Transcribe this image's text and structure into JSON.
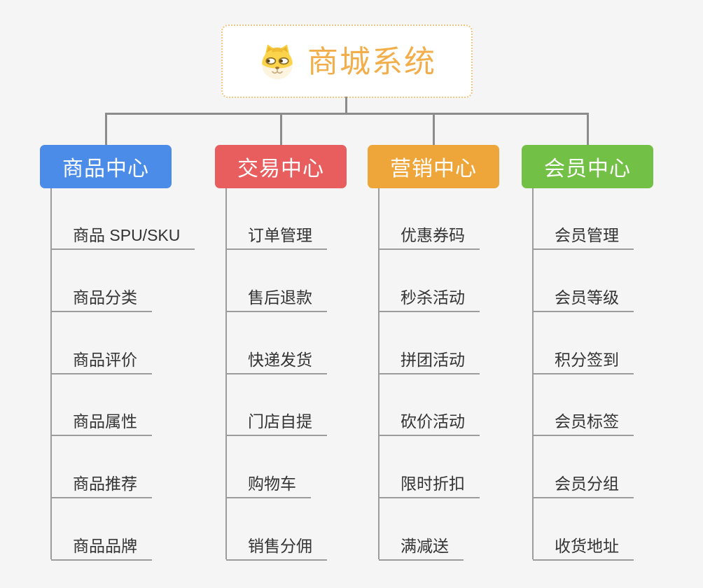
{
  "root": {
    "title": "商城系统",
    "icon": "dog-face-icon",
    "title_color": "#f2ae4a",
    "border_color": "#f2c57e"
  },
  "branches": [
    {
      "label": "商品中心",
      "color": "#4a8ce8",
      "items": [
        "商品 SPU/SKU",
        "商品分类",
        "商品评价",
        "商品属性",
        "商品推荐",
        "商品品牌"
      ]
    },
    {
      "label": "交易中心",
      "color": "#e85d5d",
      "items": [
        "订单管理",
        "售后退款",
        "快递发货",
        "门店自提",
        "购物车",
        "销售分佣"
      ]
    },
    {
      "label": "营销中心",
      "color": "#eea63b",
      "items": [
        "优惠券码",
        "秒杀活动",
        "拼团活动",
        "砍价活动",
        "限时折扣",
        "满减送"
      ]
    },
    {
      "label": "会员中心",
      "color": "#72c045",
      "items": [
        "会员管理",
        "会员等级",
        "积分签到",
        "会员标签",
        "会员分组",
        "收货地址"
      ]
    }
  ],
  "colors": {
    "background": "#f5f5f5",
    "connector": "#8c8c8c",
    "underline": "#9c9c9c",
    "item_text": "#333333",
    "branch_text": "#ffffff"
  }
}
